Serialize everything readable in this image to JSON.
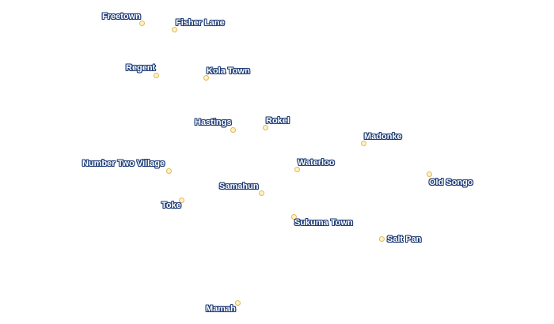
{
  "map": {
    "places": [
      {
        "id": "freetown",
        "name": "Freetown"
      },
      {
        "id": "fisher-lane",
        "name": "Fisher Lane"
      },
      {
        "id": "regent",
        "name": "Regent"
      },
      {
        "id": "kola-town",
        "name": "Kola Town"
      },
      {
        "id": "hastings",
        "name": "Hastings"
      },
      {
        "id": "rokel",
        "name": "Rokel"
      },
      {
        "id": "madonke",
        "name": "Madonke"
      },
      {
        "id": "number-two-village",
        "name": "Number Two Village"
      },
      {
        "id": "waterloo",
        "name": "Waterloo"
      },
      {
        "id": "old-songo",
        "name": "Old Songo"
      },
      {
        "id": "samahun",
        "name": "Samahun"
      },
      {
        "id": "toke",
        "name": "Toke"
      },
      {
        "id": "sukuma-town",
        "name": "Sukuma Town"
      },
      {
        "id": "salt-pan",
        "name": "Salt Pan"
      },
      {
        "id": "mamah",
        "name": "Mamah"
      }
    ],
    "colors": {
      "marker_fill": "#fff3c4",
      "marker_stroke": "#e0b85a",
      "label_text": "#ffffff",
      "label_halo": "#1f3d78"
    }
  }
}
